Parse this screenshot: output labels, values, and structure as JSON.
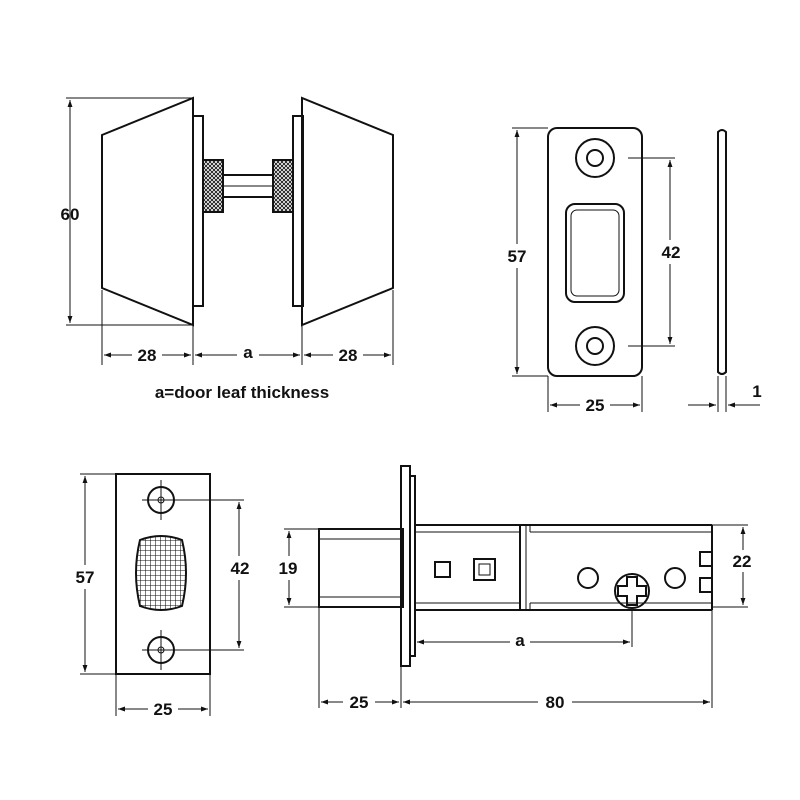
{
  "caption": "a=door leaf thickness",
  "knob_view": {
    "height": "60",
    "width_left": "28",
    "door": "a",
    "width_right": "28"
  },
  "strike_plate_view": {
    "height": "57",
    "hole_spacing": "42",
    "width": "25",
    "thickness": "1"
  },
  "latch_face_view": {
    "height": "57",
    "hole_spacing": "42",
    "width": "25"
  },
  "latch_side_view": {
    "bolt_height": "19",
    "body_height": "22",
    "backset": "a",
    "bolt_length": "25",
    "body_length": "80"
  }
}
